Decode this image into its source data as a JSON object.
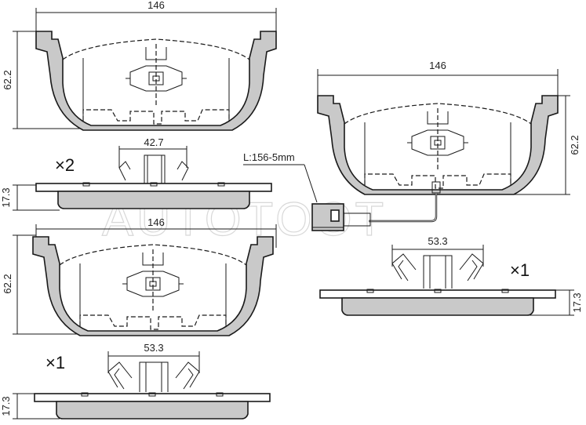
{
  "watermark": "AUTOTOOT",
  "views": {
    "top_left_face": {
      "width_label": "146",
      "height_label": "62.2"
    },
    "top_left_side": {
      "clip_label": "42.7",
      "thickness_label": "17.3",
      "quantity": "×2"
    },
    "right_face": {
      "width_label": "146",
      "height_label": "62.2",
      "sensor_label": "L:156-5mm"
    },
    "right_side": {
      "clip_label": "53.3",
      "thickness_label": "17.3",
      "quantity": "×1"
    },
    "bottom_left_face": {
      "width_label": "146",
      "height_label": "62.2"
    },
    "bottom_left_side": {
      "clip_label": "53.3",
      "thickness_label": "17.3",
      "quantity": "×1"
    }
  }
}
